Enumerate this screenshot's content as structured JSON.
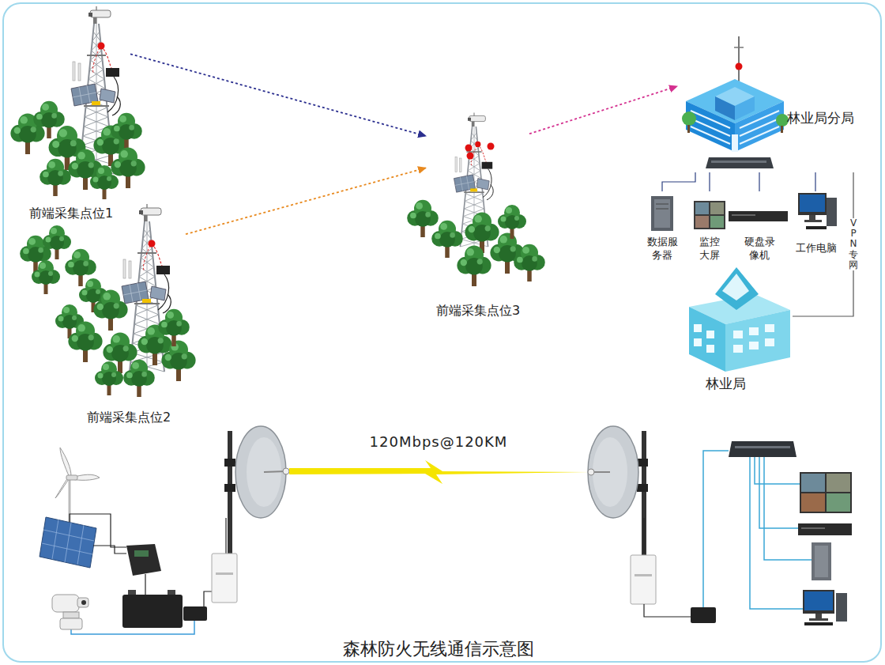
{
  "diagram": {
    "caption": "森林防火无线通信示意图",
    "nodes": [
      {
        "text": [
          "前端采集点位1"
        ]
      },
      {
        "text": [
          "前端采集点位2"
        ]
      },
      {
        "text": [
          "前端采集点位3"
        ]
      },
      {
        "text": [
          "林业局分局"
        ]
      },
      {
        "text": [
          "数据服 务器"
        ]
      },
      {
        "text": [
          "监控 大屏"
        ]
      },
      {
        "text": [
          "硬盘录 像机"
        ]
      },
      {
        "text": [
          "工作电脑"
        ]
      },
      {
        "text": [
          "林业局"
        ]
      }
    ],
    "edges": [
      {
        "from": 0,
        "to": 2,
        "arrow": "to"
      },
      {
        "from": 1,
        "to": 2,
        "arrow": "to"
      },
      {
        "from": 2,
        "to": 3,
        "arrow": "to"
      },
      {
        "from": 3,
        "to": 4,
        "arrow": "none"
      },
      {
        "from": 3,
        "to": 5,
        "arrow": "none"
      },
      {
        "from": 3,
        "to": 6,
        "arrow": "none"
      },
      {
        "from": 3,
        "to": 7,
        "arrow": "none"
      },
      {
        "from": 3,
        "to": 8,
        "arrow": "none",
        "label": "VPN专网"
      }
    ],
    "labels": [
      "120Mbps@120KM"
    ]
  }
}
